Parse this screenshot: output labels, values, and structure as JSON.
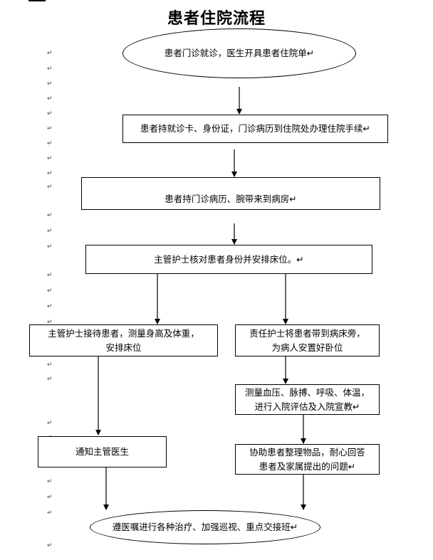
{
  "title": "患者住院流程",
  "return_mark": "↵",
  "steps": {
    "admit": "患者门诊就诊，医生开具患者住院单↵",
    "register": "患者持就诊卡、身份证，门诊病历到住院处办理住院手续↵",
    "ward": "患者持门诊病历、腕带来到病房↵",
    "verify": "主管护士核对患者身份并安排床位。↵",
    "receive_l1": "主管护士接待患者，测量身高及体重，",
    "receive_l2": "安排床位",
    "bring_l1": "责任护士将患者带到病床旁，",
    "bring_l2": "为病人安置好卧位",
    "measure_l1": "测量血压、脉搏、呼吸、体温，",
    "measure_l2": "进行入院评估及入院宣教↵",
    "notify": "通知主管医生",
    "assist_l1": "协助患者整理物品，耐心回答",
    "assist_l2": "患者及家属提出的问题↵",
    "final": "遵医嘱进行各种治疗、加强巡视、重点交接班↵"
  }
}
